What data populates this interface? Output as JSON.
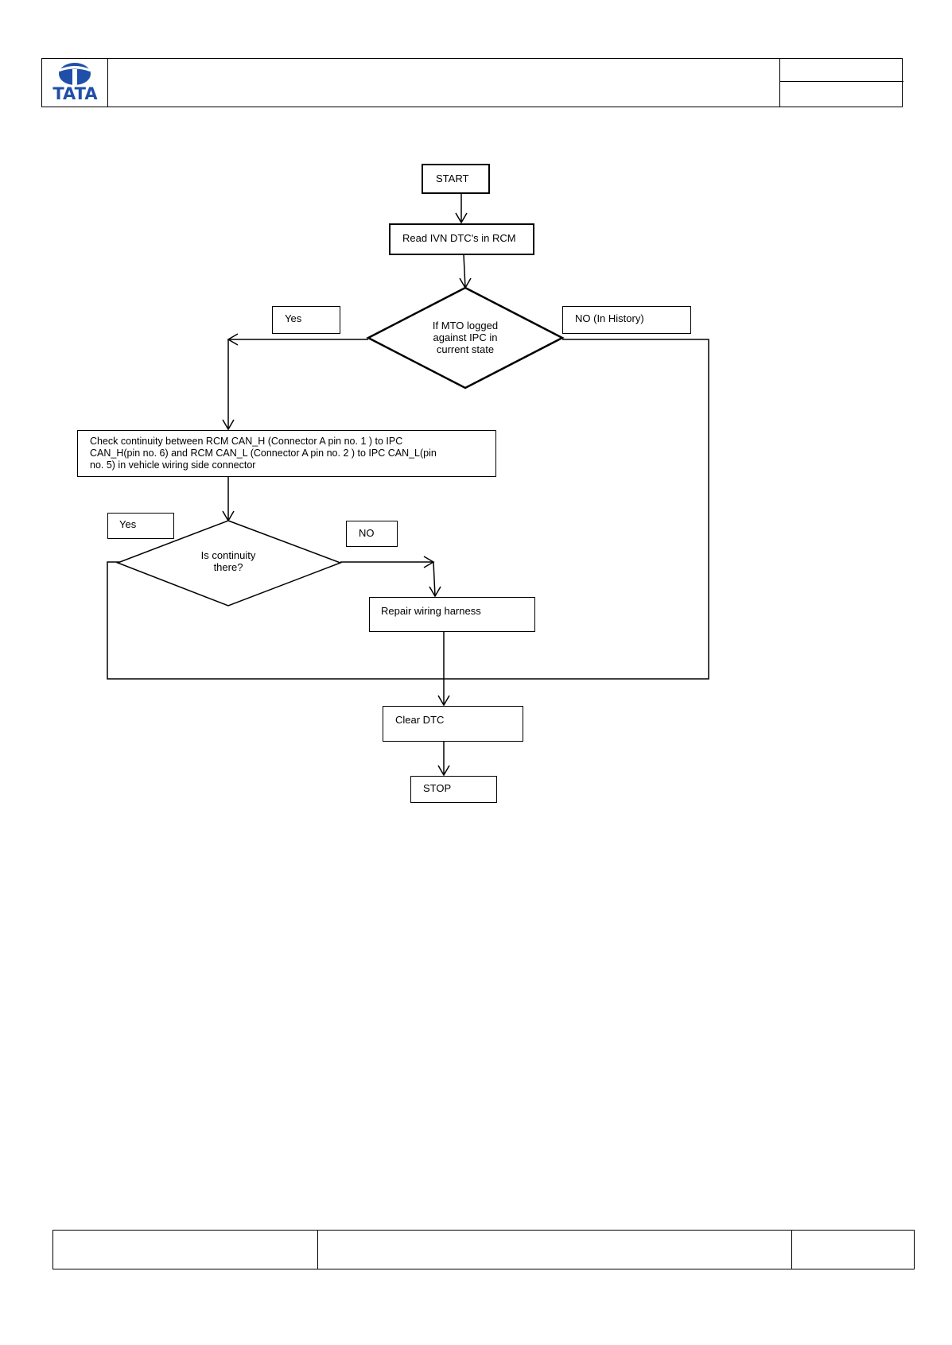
{
  "header": {
    "logo_text": "TATA",
    "brand_color": "#1f4fa8"
  },
  "flowchart": {
    "start": "START",
    "read_dtc": "Read IVN DTC's in RCM",
    "decision1": {
      "line1": "If MTO logged",
      "line2": "against IPC in",
      "line3": "current state"
    },
    "yes_label_1": "Yes",
    "no_label_1": "NO (In History)",
    "check_continuity": {
      "line1": "Check continuity between RCM CAN_H (Connector A pin no. 1 ) to IPC",
      "line2": "CAN_H(pin no. 6) and RCM CAN_L (Connector  A pin no. 2 ) to IPC CAN_L(pin",
      "line3": "no. 5) in vehicle wiring side connector"
    },
    "yes_label_2": "Yes",
    "no_label_2": "NO",
    "decision2": {
      "line1": "Is continuity",
      "line2": "there?"
    },
    "repair": "Repair wiring harness",
    "clear_dtc": "Clear DTC",
    "stop": "STOP"
  }
}
